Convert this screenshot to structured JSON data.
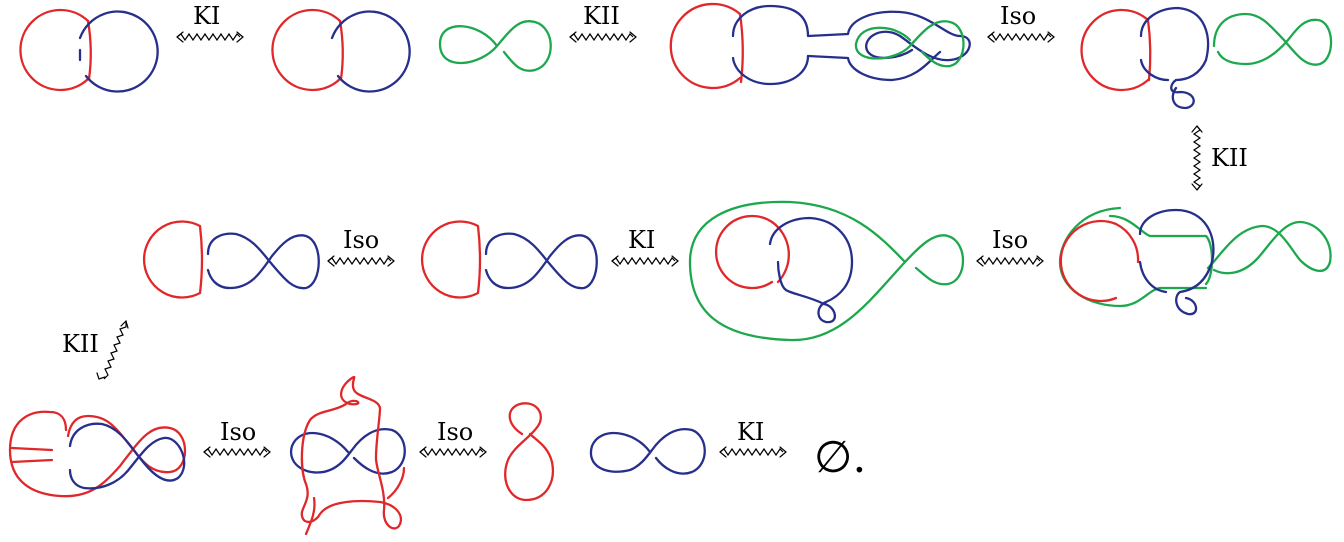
{
  "diagram": {
    "moves": {
      "m1": "KI",
      "m2": "KII",
      "m3": "Iso",
      "m4": "KII",
      "m5": "Iso",
      "m6": "KI",
      "m7": "Iso",
      "m8": "KII",
      "m9": "Iso",
      "m10": "Iso",
      "m11": "KI"
    },
    "result": "∅."
  },
  "colors": {
    "red": "#e0282a",
    "blue": "#262f8c",
    "green": "#1ea84e"
  }
}
